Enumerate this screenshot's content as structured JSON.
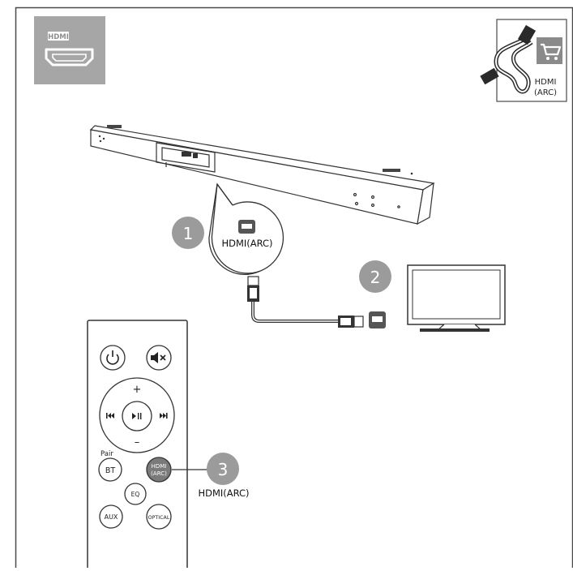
{
  "header": {
    "badge_label": "HDMI",
    "cable_label_line1": "HDMI",
    "cable_label_line2": "(ARC)"
  },
  "steps": [
    {
      "number": "1",
      "label": "HDMI(ARC)"
    },
    {
      "number": "2"
    },
    {
      "number": "3",
      "label": "HDMI(ARC)"
    }
  ],
  "remote": {
    "plus": "+",
    "minus": "–",
    "pair_label": "Pair",
    "bt_label": "BT",
    "hdmi_line1": "HDMI",
    "hdmi_line2": "(ARC)",
    "eq_label": "EQ",
    "aux_label": "AUX",
    "optical_label": "OPTICAL"
  },
  "colors": {
    "frame": "#4a4a4a",
    "badge": "#a6a6a6",
    "step_circle": "#9b9b9b",
    "hdmi_button": "#7a7a7a",
    "line": "#3a3a3a"
  }
}
